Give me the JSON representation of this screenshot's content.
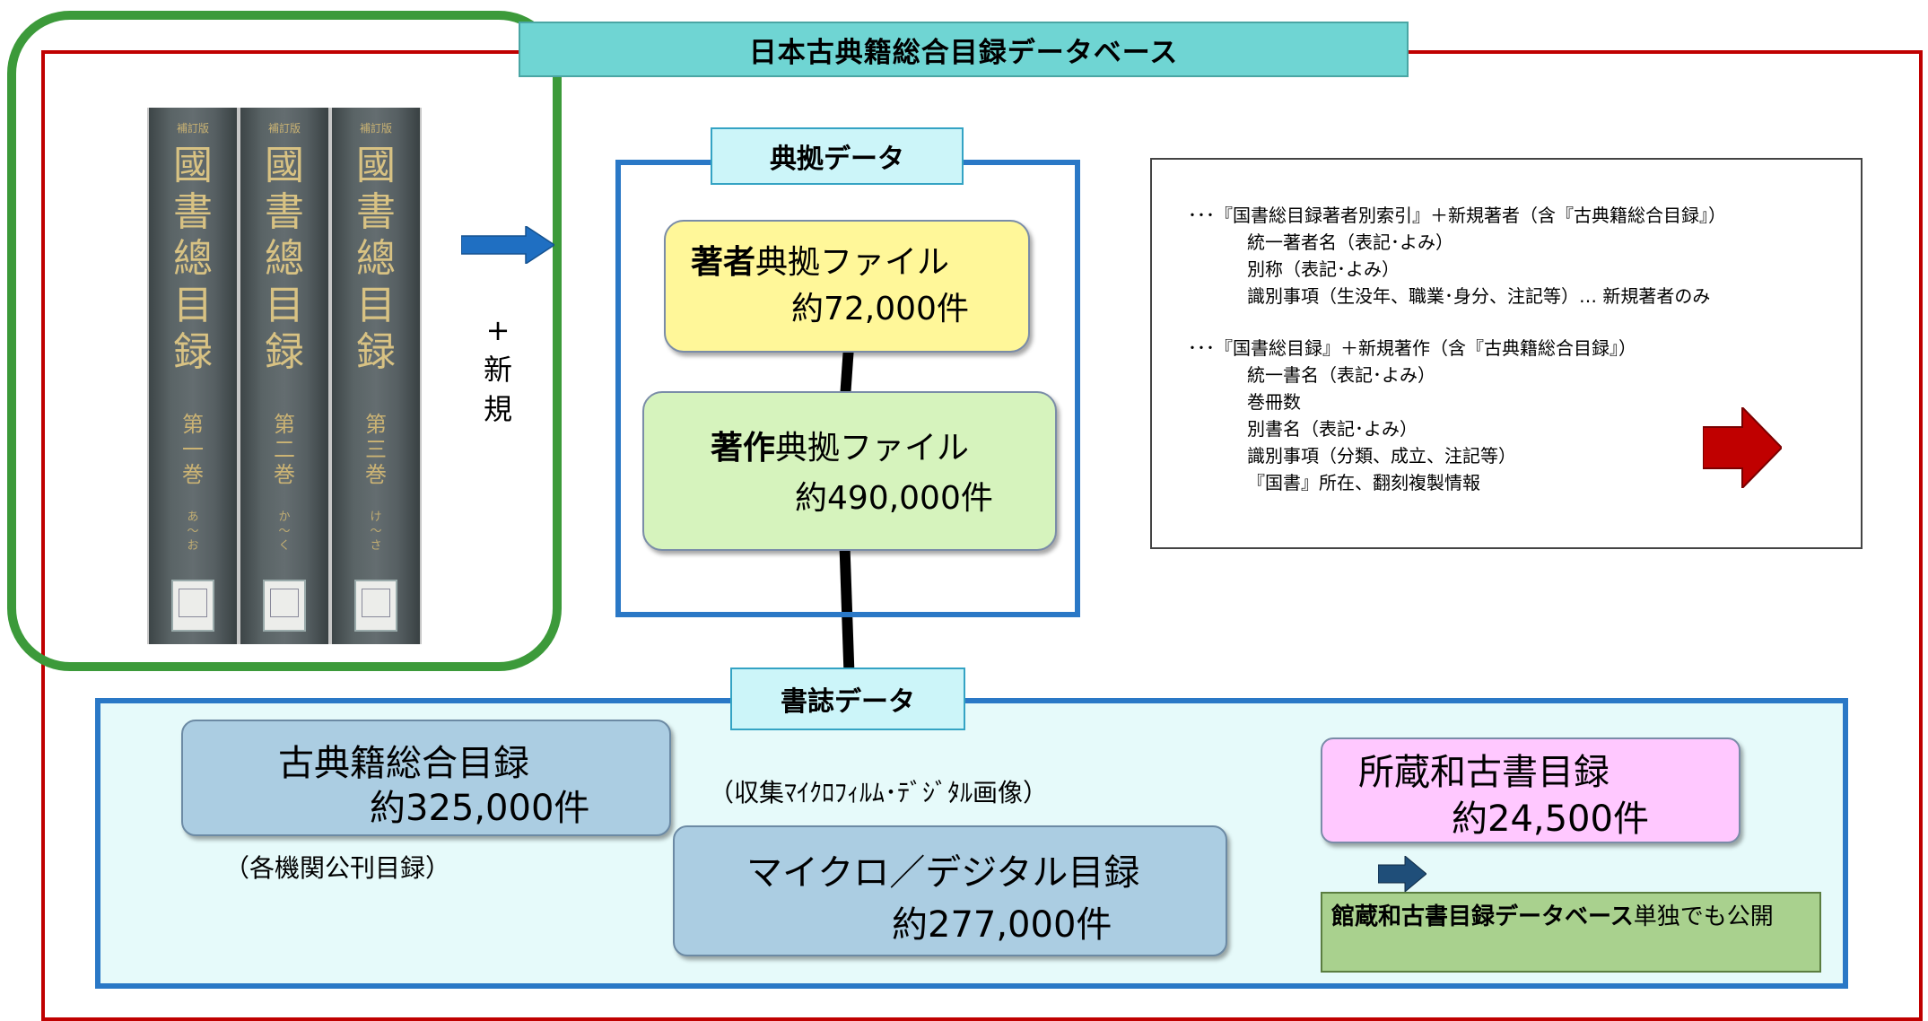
{
  "title": "日本古典籍総合目録データベース",
  "book_spines": [
    {
      "edition": "補訂版",
      "title": "國書總目録",
      "volume": "第一巻",
      "range": "あ～お"
    },
    {
      "edition": "補訂版",
      "title": "國書總目録",
      "volume": "第二巻",
      "range": "か～く"
    },
    {
      "edition": "補訂版",
      "title": "國書總目録",
      "volume": "第三巻",
      "range": "け～さ"
    }
  ],
  "new_label": {
    "plus": "+",
    "line1": "新",
    "line2": "規"
  },
  "authority": {
    "label": "典拠データ",
    "author_file": {
      "name_bold": "著者",
      "name_rest": "典拠ファイル",
      "count": "約72,000件"
    },
    "work_file": {
      "name_bold": "著作",
      "name_rest": "典拠ファイル",
      "count": "約490,000件"
    }
  },
  "info": {
    "lines": [
      "･･･『国書総目録著者別索引』＋新規著者（含『古典籍総合目録』）",
      "統一著者名（表記･よみ）",
      "別称（表記･よみ）",
      "識別事項（生没年、職業･身分、注記等）…  新規著者のみ",
      "･･･『国書総目録』＋新規著作（含『古典籍総合目録』）",
      "統一書名（表記･よみ）",
      "巻冊数",
      "別書名（表記･よみ）",
      "識別事項（分類、成立、注記等）",
      "『国書』所在、翻刻複製情報"
    ]
  },
  "bibliographic": {
    "label": "書誌データ",
    "kotenseki": {
      "name": "古典籍総合目録",
      "count": "約325,000件"
    },
    "kotenseki_note": "（各機関公刊目録）",
    "micro_note": "（収集ﾏｲｸﾛﾌｨﾙﾑ･ﾃﾞｼﾞﾀﾙ画像）",
    "micro": {
      "name": "マイクロ／デジタル目録",
      "count": "約277,000件"
    },
    "shozo": {
      "name": "所蔵和古書目録",
      "count": "約24,500件"
    },
    "publication": {
      "bold": "館蔵和古書目録データベース",
      "rest": "単独でも公開"
    }
  },
  "colors": {
    "frame_red": "#c00000",
    "frame_green": "#3c9a3a",
    "frame_blue": "#2a78c6",
    "title_bg": "#6fd5d3",
    "author_bg": "#fff799",
    "work_bg": "#d6f3bd",
    "catalog_bg": "#abcde2",
    "shozo_bg": "#ffc8ff",
    "publication_bg": "#a9d18e"
  }
}
